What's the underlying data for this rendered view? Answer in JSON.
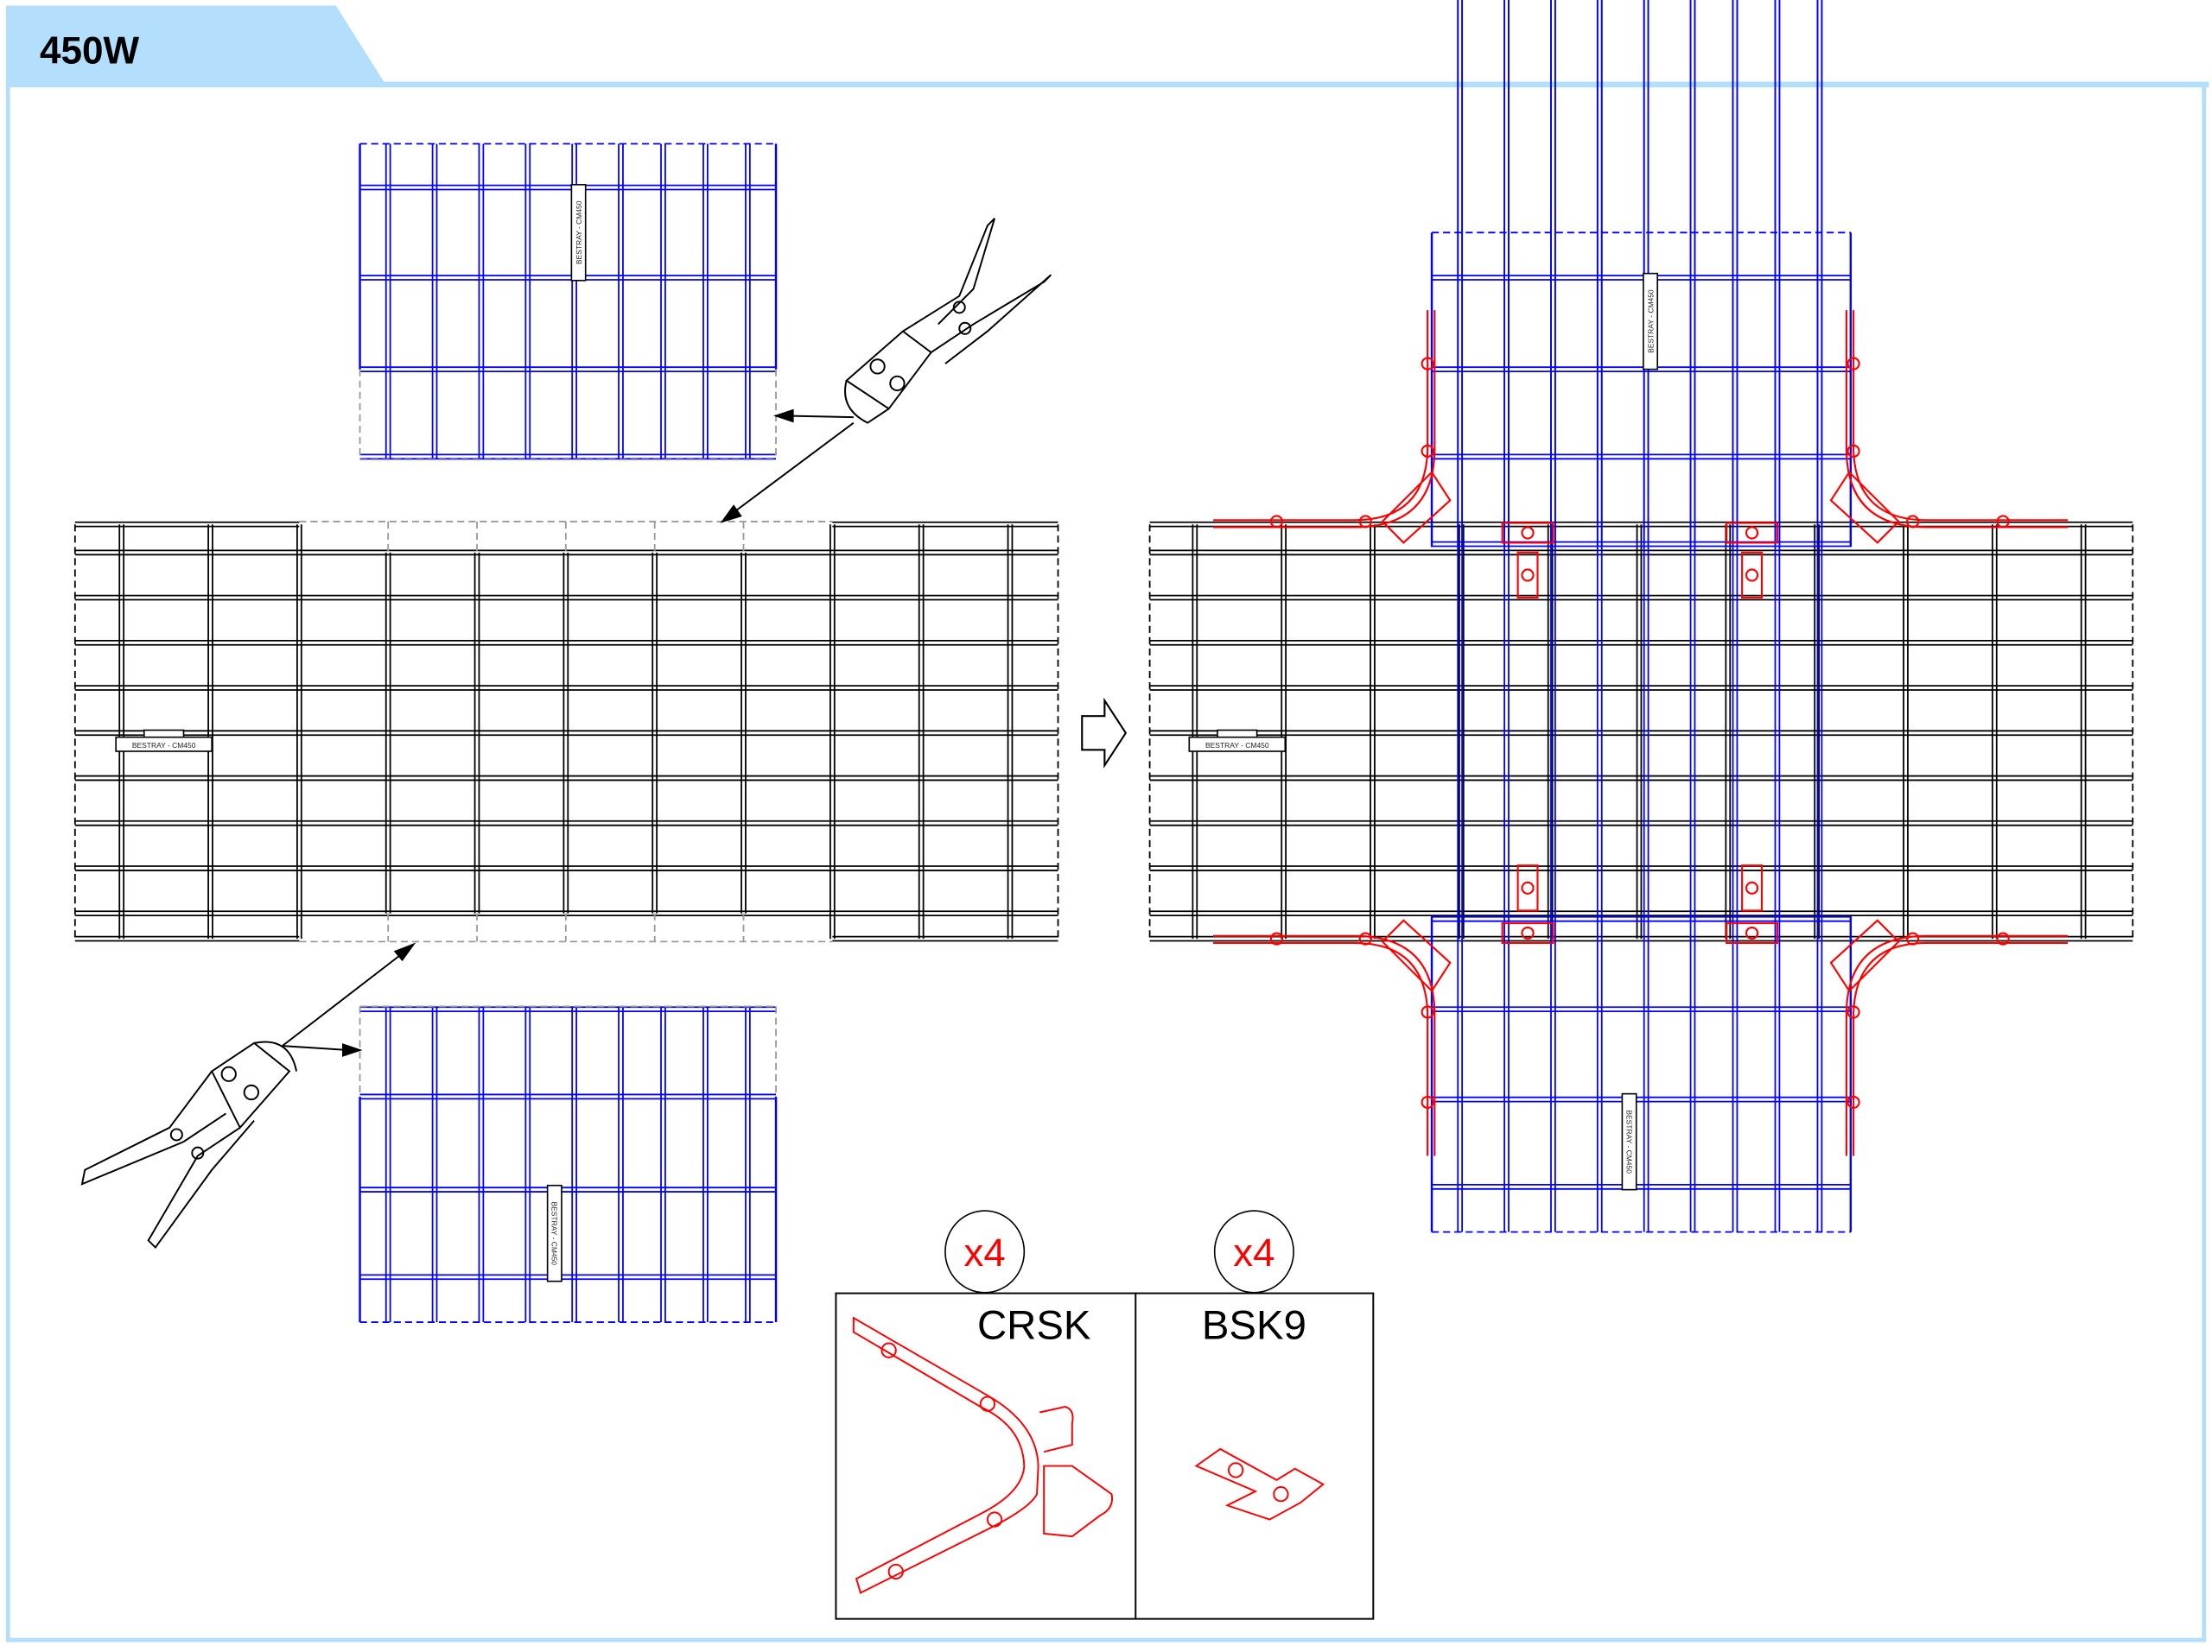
{
  "header": {
    "title": "450W"
  },
  "colors": {
    "header_bg": "#b3dffc",
    "frame": "#b3dffc",
    "tray": "#000000",
    "cut_piece": "#0000ff",
    "fitting": "#ff0000",
    "cut_outline": "#999999"
  },
  "tray_label": "BESTRAY - CM450",
  "parts": [
    {
      "name": "CRSK",
      "quantity": "x4"
    },
    {
      "name": "BSK9",
      "quantity": "x4"
    }
  ],
  "icons": [
    "bolt-cutter-icon",
    "right-arrow-icon"
  ]
}
